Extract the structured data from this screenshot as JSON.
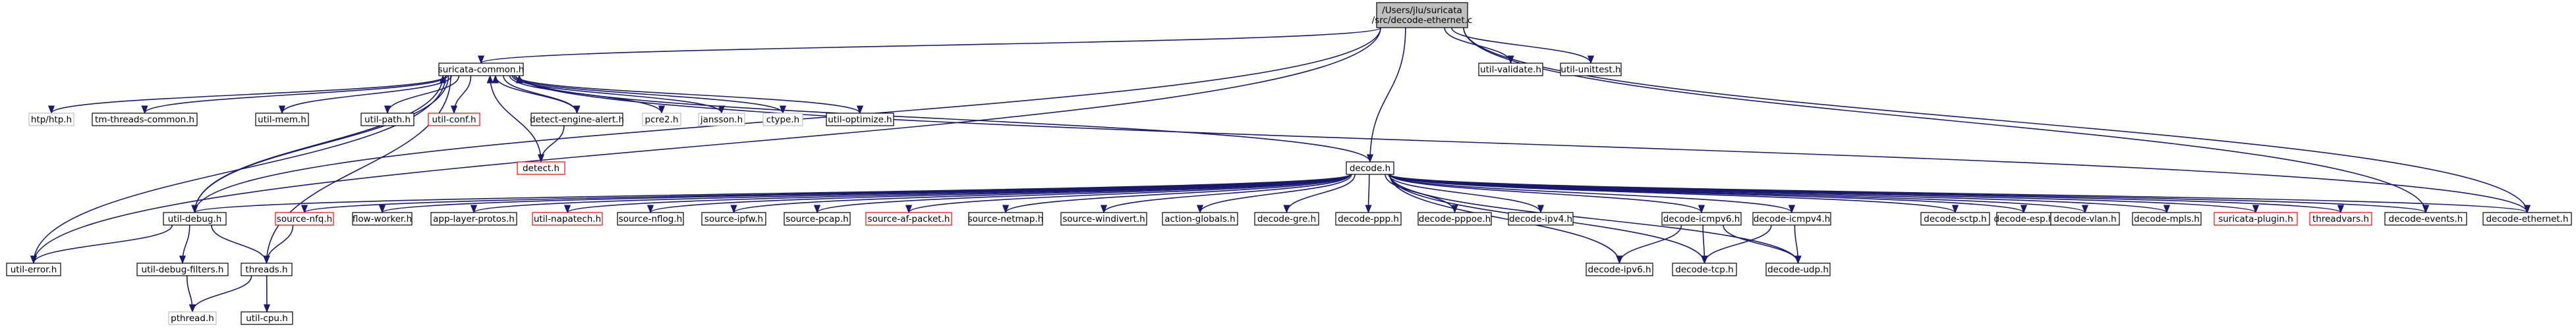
{
  "graph": {
    "root": {
      "id": "root",
      "lines": [
        "/Users/jlu/suricata",
        "/src/decode-ethernet.c"
      ]
    },
    "nodes": [
      {
        "id": "suricata-common",
        "label": "suricata-common.h",
        "style": "normal"
      },
      {
        "id": "util-validate",
        "label": "util-validate.h",
        "style": "normal"
      },
      {
        "id": "util-unittest",
        "label": "util-unittest.h",
        "style": "normal"
      },
      {
        "id": "decode",
        "label": "decode.h",
        "style": "normal"
      },
      {
        "id": "htp",
        "label": "htp/htp.h",
        "style": "grey"
      },
      {
        "id": "tm-threads-common",
        "label": "tm-threads-common.h",
        "style": "normal"
      },
      {
        "id": "util-mem",
        "label": "util-mem.h",
        "style": "normal"
      },
      {
        "id": "util-path",
        "label": "util-path.h",
        "style": "normal"
      },
      {
        "id": "util-conf",
        "label": "util-conf.h",
        "style": "red"
      },
      {
        "id": "detect-engine-alert",
        "label": "detect-engine-alert.h",
        "style": "normal"
      },
      {
        "id": "pcre2",
        "label": "pcre2.h",
        "style": "grey"
      },
      {
        "id": "jansson",
        "label": "jansson.h",
        "style": "grey"
      },
      {
        "id": "ctype",
        "label": "ctype.h",
        "style": "grey"
      },
      {
        "id": "util-optimize",
        "label": "util-optimize.h",
        "style": "normal"
      },
      {
        "id": "detect",
        "label": "detect.h",
        "style": "red"
      },
      {
        "id": "util-debug",
        "label": "util-debug.h",
        "style": "normal"
      },
      {
        "id": "source-nfq",
        "label": "source-nfq.h",
        "style": "red"
      },
      {
        "id": "flow-worker",
        "label": "flow-worker.h",
        "style": "normal"
      },
      {
        "id": "app-layer-protos",
        "label": "app-layer-protos.h",
        "style": "normal"
      },
      {
        "id": "util-napatech",
        "label": "util-napatech.h",
        "style": "red"
      },
      {
        "id": "source-nflog",
        "label": "source-nflog.h",
        "style": "normal"
      },
      {
        "id": "source-ipfw",
        "label": "source-ipfw.h",
        "style": "normal"
      },
      {
        "id": "source-pcap",
        "label": "source-pcap.h",
        "style": "normal"
      },
      {
        "id": "source-af-packet",
        "label": "source-af-packet.h",
        "style": "red"
      },
      {
        "id": "source-netmap",
        "label": "source-netmap.h",
        "style": "normal"
      },
      {
        "id": "source-windivert",
        "label": "source-windivert.h",
        "style": "normal"
      },
      {
        "id": "action-globals",
        "label": "action-globals.h",
        "style": "normal"
      },
      {
        "id": "decode-gre",
        "label": "decode-gre.h",
        "style": "normal"
      },
      {
        "id": "decode-ppp",
        "label": "decode-ppp.h",
        "style": "normal"
      },
      {
        "id": "decode-pppoe",
        "label": "decode-pppoe.h",
        "style": "normal"
      },
      {
        "id": "decode-ipv4",
        "label": "decode-ipv4.h",
        "style": "normal"
      },
      {
        "id": "decode-icmpv6",
        "label": "decode-icmpv6.h",
        "style": "normal"
      },
      {
        "id": "decode-icmpv4",
        "label": "decode-icmpv4.h",
        "style": "normal"
      },
      {
        "id": "decode-sctp",
        "label": "decode-sctp.h",
        "style": "normal"
      },
      {
        "id": "decode-esp",
        "label": "decode-esp.h",
        "style": "normal"
      },
      {
        "id": "decode-vlan",
        "label": "decode-vlan.h",
        "style": "normal"
      },
      {
        "id": "decode-mpls",
        "label": "decode-mpls.h",
        "style": "normal"
      },
      {
        "id": "suricata-plugin",
        "label": "suricata-plugin.h",
        "style": "red"
      },
      {
        "id": "threadvars",
        "label": "threadvars.h",
        "style": "red"
      },
      {
        "id": "decode-events",
        "label": "decode-events.h",
        "style": "normal"
      },
      {
        "id": "decode-ethernet",
        "label": "decode-ethernet.h",
        "style": "normal"
      },
      {
        "id": "util-error",
        "label": "util-error.h",
        "style": "normal"
      },
      {
        "id": "util-debug-filters",
        "label": "util-debug-filters.h",
        "style": "normal"
      },
      {
        "id": "threads",
        "label": "threads.h",
        "style": "normal"
      },
      {
        "id": "decode-ipv6",
        "label": "decode-ipv6.h",
        "style": "normal"
      },
      {
        "id": "decode-tcp",
        "label": "decode-tcp.h",
        "style": "normal"
      },
      {
        "id": "decode-udp",
        "label": "decode-udp.h",
        "style": "normal"
      },
      {
        "id": "pthread",
        "label": "pthread.h",
        "style": "grey"
      },
      {
        "id": "util-cpu",
        "label": "util-cpu.h",
        "style": "normal"
      }
    ],
    "edges": [
      [
        "root",
        "suricata-common"
      ],
      [
        "root",
        "util-validate"
      ],
      [
        "root",
        "util-unittest"
      ],
      [
        "root",
        "decode"
      ],
      [
        "root",
        "util-debug"
      ],
      [
        "root",
        "util-error"
      ],
      [
        "root",
        "decode-ethernet"
      ],
      [
        "root",
        "decode-events"
      ],
      [
        "suricata-common",
        "htp"
      ],
      [
        "suricata-common",
        "tm-threads-common"
      ],
      [
        "suricata-common",
        "util-mem"
      ],
      [
        "suricata-common",
        "util-path"
      ],
      [
        "suricata-common",
        "util-conf"
      ],
      [
        "suricata-common",
        "detect-engine-alert"
      ],
      [
        "suricata-common",
        "pcre2"
      ],
      [
        "suricata-common",
        "jansson"
      ],
      [
        "suricata-common",
        "ctype"
      ],
      [
        "suricata-common",
        "util-optimize"
      ],
      [
        "suricata-common",
        "util-debug"
      ],
      [
        "suricata-common",
        "threads"
      ],
      [
        "suricata-common",
        "util-error"
      ],
      [
        "detect-engine-alert",
        "suricata-common"
      ],
      [
        "detect-engine-alert",
        "detect"
      ],
      [
        "detect",
        "suricata-common"
      ],
      [
        "util-debug",
        "suricata-common"
      ],
      [
        "decode",
        "suricata-common"
      ],
      [
        "decode-ethernet",
        "suricata-common"
      ],
      [
        "decode",
        "util-debug"
      ],
      [
        "decode",
        "source-nfq"
      ],
      [
        "decode",
        "flow-worker"
      ],
      [
        "decode",
        "app-layer-protos"
      ],
      [
        "decode",
        "util-napatech"
      ],
      [
        "decode",
        "source-nflog"
      ],
      [
        "decode",
        "source-ipfw"
      ],
      [
        "decode",
        "source-pcap"
      ],
      [
        "decode",
        "source-af-packet"
      ],
      [
        "decode",
        "source-netmap"
      ],
      [
        "decode",
        "source-windivert"
      ],
      [
        "decode",
        "action-globals"
      ],
      [
        "decode",
        "decode-gre"
      ],
      [
        "decode",
        "decode-ppp"
      ],
      [
        "decode",
        "decode-pppoe"
      ],
      [
        "decode",
        "decode-ipv4"
      ],
      [
        "decode",
        "decode-icmpv6"
      ],
      [
        "decode",
        "decode-icmpv4"
      ],
      [
        "decode",
        "decode-ipv6"
      ],
      [
        "decode",
        "decode-tcp"
      ],
      [
        "decode",
        "decode-udp"
      ],
      [
        "decode",
        "decode-sctp"
      ],
      [
        "decode",
        "decode-esp"
      ],
      [
        "decode",
        "decode-vlan"
      ],
      [
        "decode",
        "decode-mpls"
      ],
      [
        "decode",
        "suricata-plugin"
      ],
      [
        "decode",
        "threadvars"
      ],
      [
        "decode",
        "decode-events"
      ],
      [
        "decode",
        "decode-ethernet"
      ],
      [
        "util-debug",
        "util-error"
      ],
      [
        "util-debug",
        "util-debug-filters"
      ],
      [
        "util-debug",
        "threads"
      ],
      [
        "source-nfq",
        "threads"
      ],
      [
        "util-debug-filters",
        "pthread"
      ],
      [
        "threads",
        "pthread"
      ],
      [
        "threads",
        "util-cpu"
      ],
      [
        "decode-icmpv6",
        "decode-ipv6"
      ],
      [
        "decode-icmpv6",
        "decode-tcp"
      ],
      [
        "decode-icmpv6",
        "decode-udp"
      ],
      [
        "decode-icmpv4",
        "decode-tcp"
      ],
      [
        "decode-icmpv4",
        "decode-udp"
      ]
    ]
  }
}
